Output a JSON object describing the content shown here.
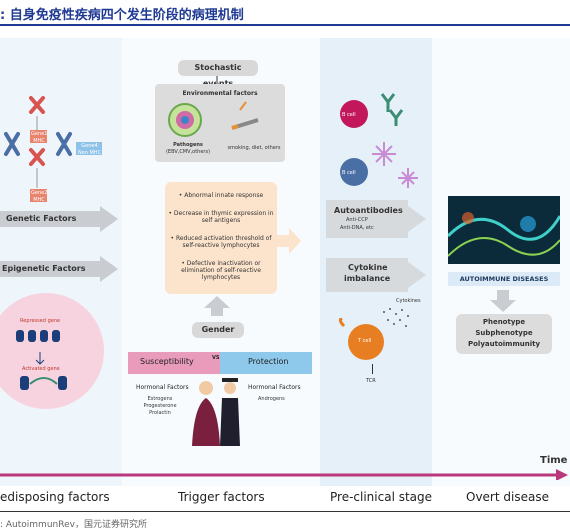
{
  "header": {
    "title": ": 自身免疫性疾病四个发生阶段的病理机制"
  },
  "col1": {
    "gene1": "Gene1\nMHC",
    "gene4": "Gene4\nNon MHC",
    "gene2": "Gene2\nMHC",
    "genetic": "Genetic Factors",
    "epigenetic": "Epigenetic Factors",
    "repressed": "Repressed gene",
    "activated": "Activated gene"
  },
  "col2": {
    "stochastic": "Stochastic events",
    "environmental": "Environmental factors",
    "pathogens": "Pathogens",
    "pathogens_sub": "(EBV,CMV,others)",
    "smoking": "smoking, diet, others",
    "bullets": [
      "• Abnormal innate response",
      "• Decrease in thymic expression in self antigens",
      "• Reduced activation threshold of self-reactive lymphocytes",
      "• Defective inactivation or elimination of self-reactive lymphocytes"
    ],
    "gender": "Gender",
    "susceptibility": "Susceptibility",
    "vs": "VS",
    "protection": "Protection",
    "hormonal_left": "Hormonal Factors",
    "hormonal_right": "Hormonal Factors",
    "estrogens": "Estrogens",
    "progesterone": "Progesterone",
    "prolactin": "Prolactin",
    "androgens": "Androgens"
  },
  "col3": {
    "bcell1": "B cell",
    "bcell2": "B cell",
    "autoantibodies": "Autoantibodies",
    "anti_ccp": "Anti-CCP",
    "anti_dna": "Anti-DNA, etc",
    "cytokine": "Cytokine",
    "imbalance": "imbalance",
    "cytokines": "Cytokines",
    "tcell": "T cell",
    "tcr": "TCR"
  },
  "col4": {
    "autoimmune": "AUTOIMMUNE DISEASES",
    "phenotype": "Phenotype",
    "subphenotype": "Subphenotype",
    "polyautoimmunity": "Polyautoimmunity"
  },
  "timeline": {
    "time": "Time"
  },
  "stages": [
    "edisposing factors",
    "Trigger factors",
    "Pre-clinical stage",
    "Overt disease"
  ],
  "footer": {
    "source": ": AutoimmunRev，国元证券研究所"
  },
  "colors": {
    "title": "#1f3a93",
    "tan": "#fbe3cc",
    "timeline": "#b9377a",
    "arrow": "#c9cdd1"
  }
}
